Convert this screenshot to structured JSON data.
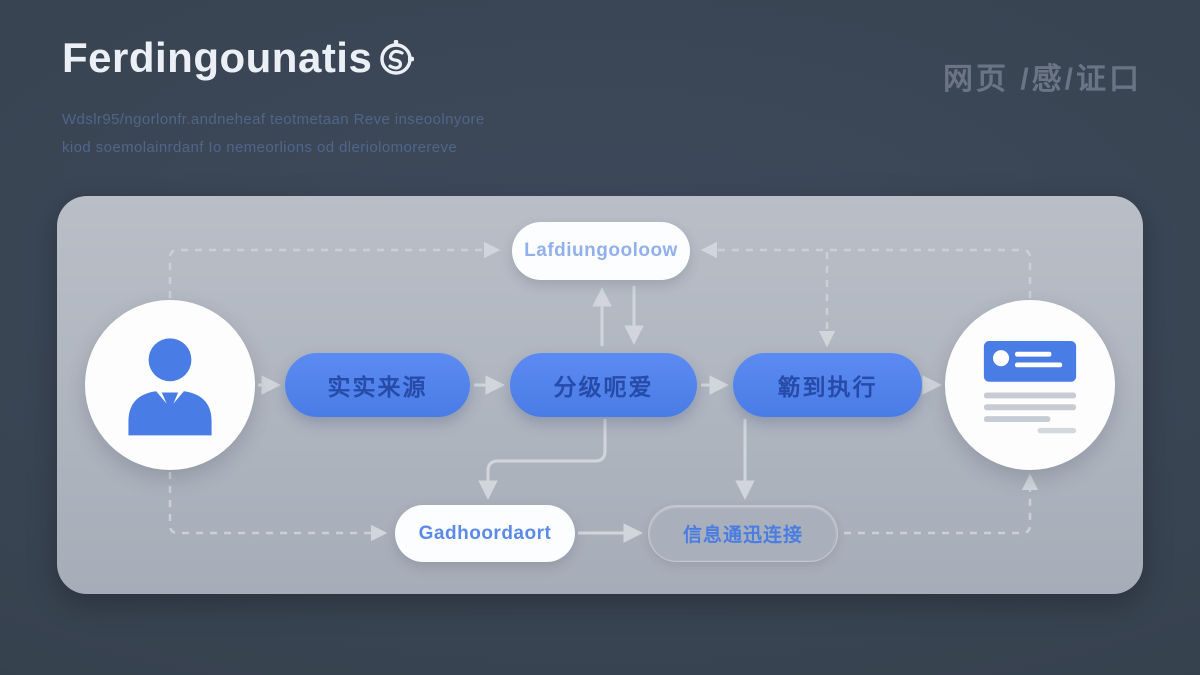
{
  "header": {
    "title": "Ferdingounatis",
    "top_right_label": "网页 /感/证口",
    "subtitle_line1": "Wdslr95/ngorlonfr.andneheaf teotmetaan Reve inseoolnyore",
    "subtitle_line2": "kiod soemolainrdanf Io nemeorlions od dleriolomorereve"
  },
  "flow": {
    "top_node": "Lafdiungooloow",
    "main_nodes": [
      "实实来源",
      "分级呃爱",
      "簕到执行"
    ],
    "bottom_left_node": "Gadhoordaort",
    "bottom_right_node": "信息通迅连接"
  },
  "icons": {
    "title_badge": "gear-badge-icon",
    "left_node": "person-icon",
    "right_node": "document-card-icon"
  },
  "colors": {
    "background": "#37424f",
    "panel": "#b0b6c0",
    "accent_blue": "#4a7ce6",
    "pill_text_dark_blue": "#274ba8",
    "node_text_light_blue": "#5c8ae8",
    "title_text": "#ecf0f6",
    "muted_subtitle": "#51658a",
    "arrow_grey": "#d2d6dc"
  }
}
